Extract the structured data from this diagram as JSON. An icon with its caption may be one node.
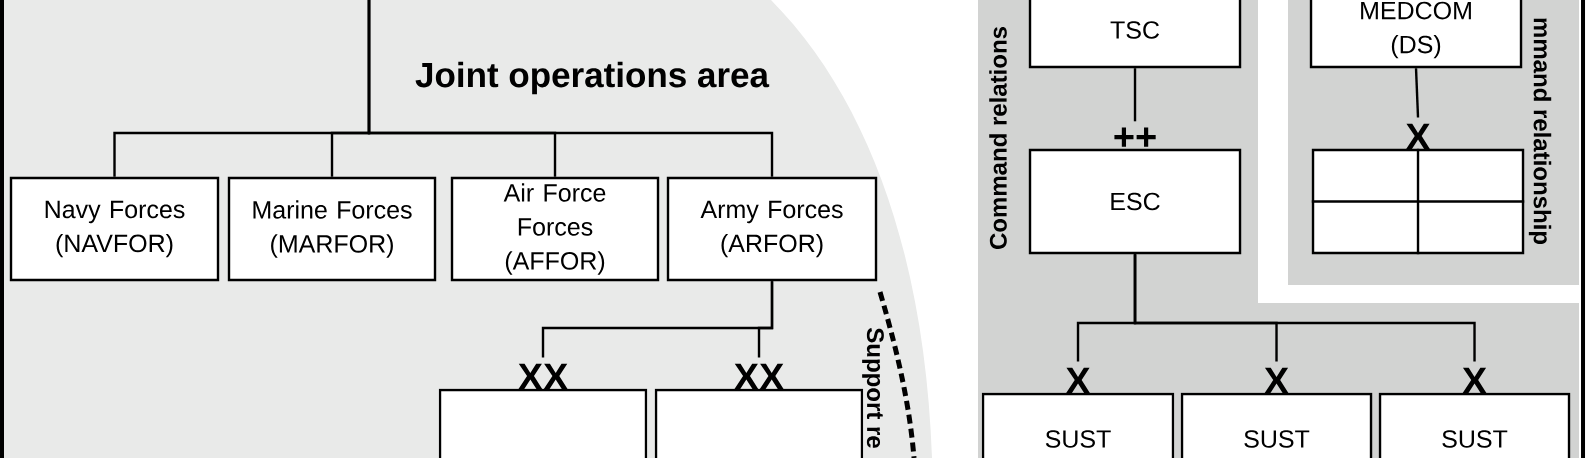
{
  "diagram": {
    "nodes": [
      {
        "text": [
          "Joint operations area"
        ]
      },
      {
        "text": [
          "Navy Forces (NAVFOR)"
        ],
        "in": 0
      },
      {
        "text": [
          "Marine Forces (MARFOR)"
        ],
        "in": 0
      },
      {
        "text": [
          "Air Force Forces (AFFOR)"
        ],
        "in": 0
      },
      {
        "text": [
          "Army Forces (ARFOR)"
        ],
        "in": 0
      },
      {
        "text": [],
        "shape": "box",
        "beside": [
          "XX"
        ],
        "in": 0
      },
      {
        "text": [],
        "shape": "box",
        "beside": [
          "XX"
        ],
        "in": 0
      },
      {
        "text": [
          "Command relations"
        ]
      },
      {
        "text": [
          "mmand relationship"
        ]
      },
      {
        "text": [
          "TSC"
        ],
        "in": 7
      },
      {
        "text": [
          "ESC"
        ],
        "beside": [
          "++"
        ],
        "in": 7
      },
      {
        "text": [
          "MEDCOM (DS)"
        ],
        "in": 8
      },
      {
        "text": [],
        "shape": "box",
        "beside": [
          "X"
        ],
        "in": 8
      },
      {
        "text": [
          "SUST"
        ],
        "beside": [
          "X"
        ],
        "in": 7
      },
      {
        "text": [
          "SUST"
        ],
        "beside": [
          "X"
        ],
        "in": 7
      },
      {
        "text": [
          "SUST"
        ],
        "beside": [
          "X"
        ],
        "in": 7
      }
    ],
    "edges": [
      {
        "from": null,
        "to": 1,
        "arrow": "none"
      },
      {
        "from": null,
        "to": 2,
        "arrow": "none"
      },
      {
        "from": null,
        "to": 3,
        "arrow": "none"
      },
      {
        "from": null,
        "to": 4,
        "arrow": "none"
      },
      {
        "from": 4,
        "to": 5,
        "arrow": "none"
      },
      {
        "from": 4,
        "to": 6,
        "arrow": "none"
      },
      {
        "from": 9,
        "to": 10,
        "arrow": "none"
      },
      {
        "from": 10,
        "to": 13,
        "arrow": "none"
      },
      {
        "from": 10,
        "to": 14,
        "arrow": "none"
      },
      {
        "from": 10,
        "to": 15,
        "arrow": "none"
      },
      {
        "from": 11,
        "to": 12,
        "arrow": "none"
      }
    ],
    "labels": [
      "Support re"
    ]
  }
}
